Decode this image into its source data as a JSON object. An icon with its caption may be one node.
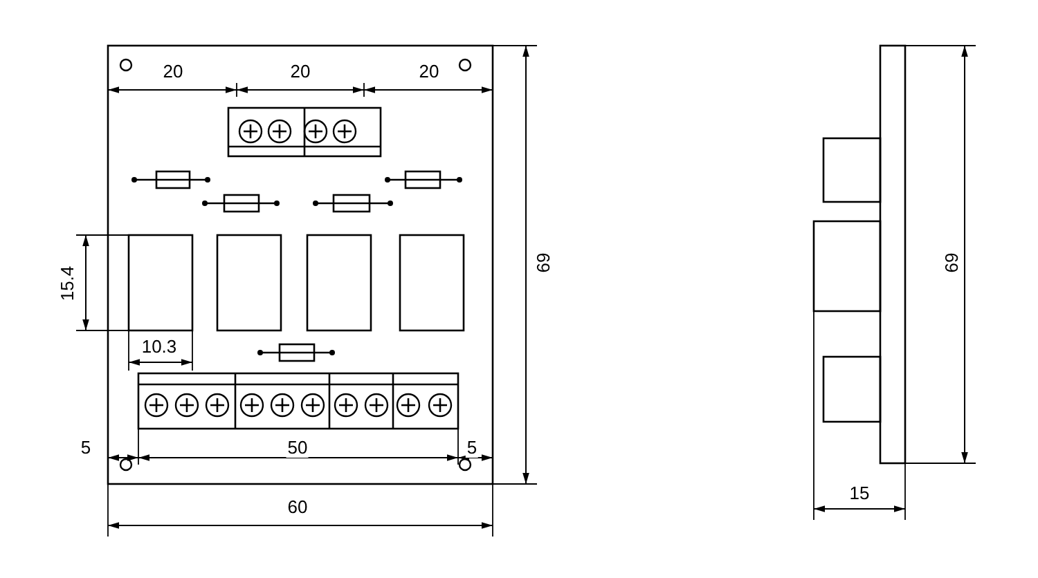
{
  "diagram": {
    "labels": [
      "20",
      "20",
      "20",
      "69",
      "15.4",
      "10.3",
      "5",
      "50",
      "5",
      "60",
      "69",
      "15"
    ]
  }
}
